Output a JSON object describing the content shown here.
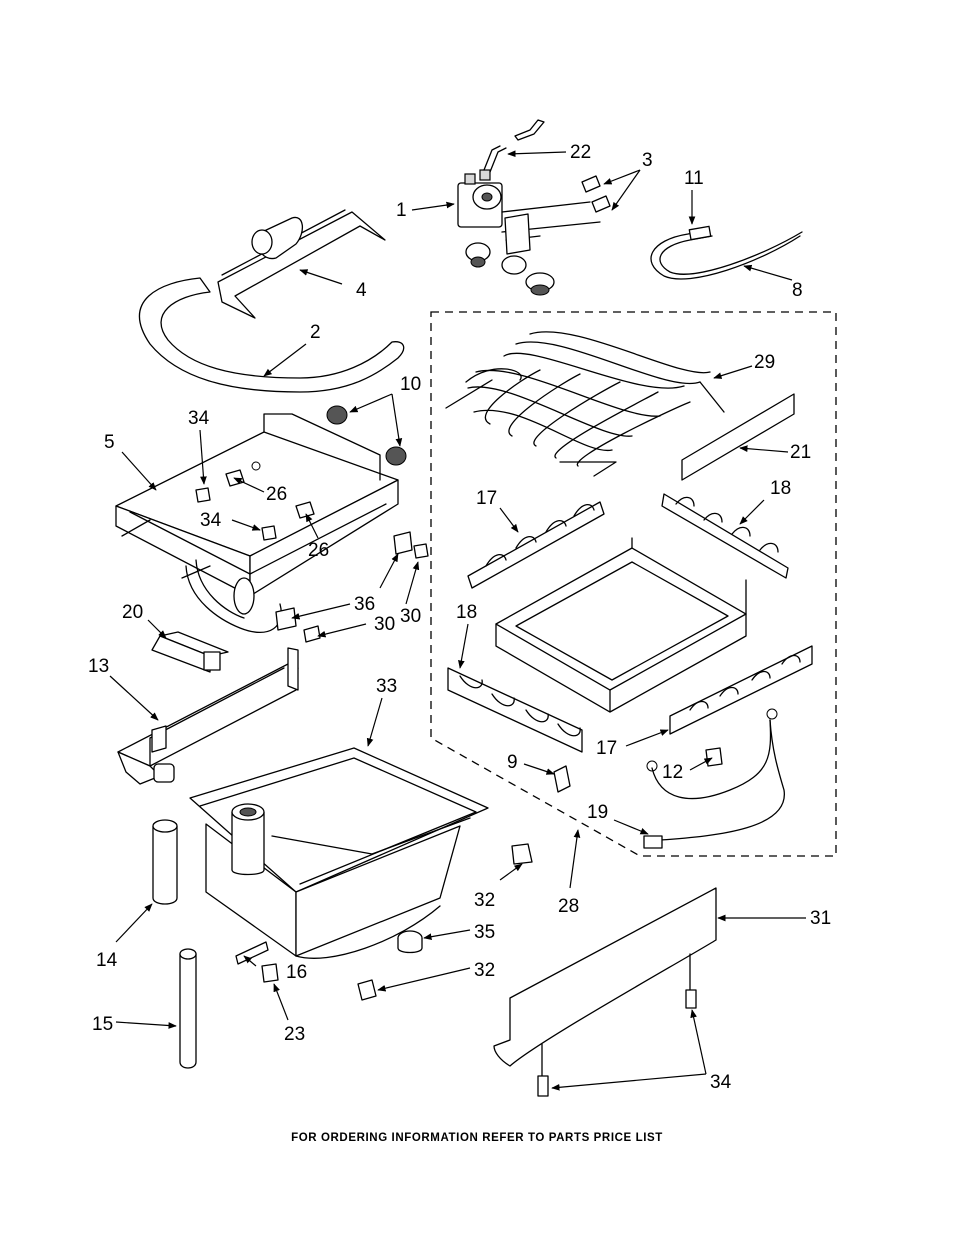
{
  "callouts": [
    "1",
    "2",
    "3",
    "4",
    "5",
    "8",
    "9",
    "10",
    "11",
    "12",
    "13",
    "14",
    "15",
    "16",
    "17",
    "17",
    "18",
    "18",
    "19",
    "20",
    "21",
    "22",
    "23",
    "26",
    "26",
    "28",
    "29",
    "30",
    "30",
    "31",
    "32",
    "32",
    "33",
    "34",
    "34",
    "34",
    "35",
    "36"
  ],
  "footer": "FOR ORDERING INFORMATION REFER TO PARTS PRICE LIST"
}
